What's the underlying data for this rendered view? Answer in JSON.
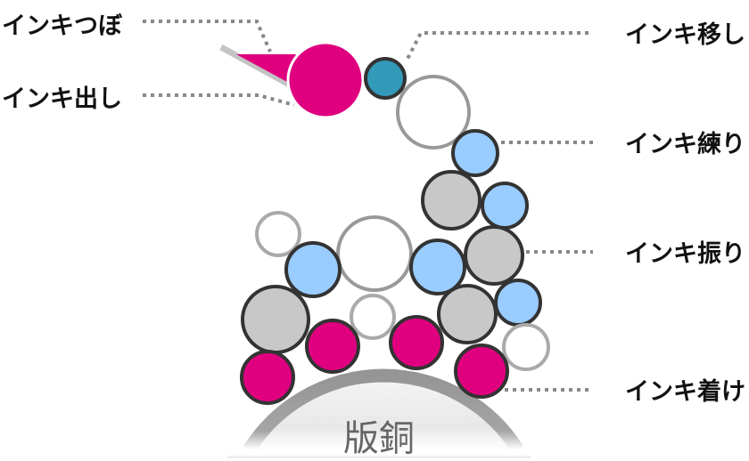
{
  "labels": {
    "fountain": "インキつぼ",
    "ductor": "インキ出し",
    "transfer": "インキ移し",
    "kneading": "インキ練り",
    "vibrating": "インキ振り",
    "form": "インキ着け"
  },
  "plate_cylinder": "版銅",
  "colors": {
    "magenta": "#e0007f",
    "teal": "#3399b8",
    "blue": "#99ccff",
    "gray": "#c8c8c8",
    "outline": "#333333",
    "leader": "#888888"
  }
}
